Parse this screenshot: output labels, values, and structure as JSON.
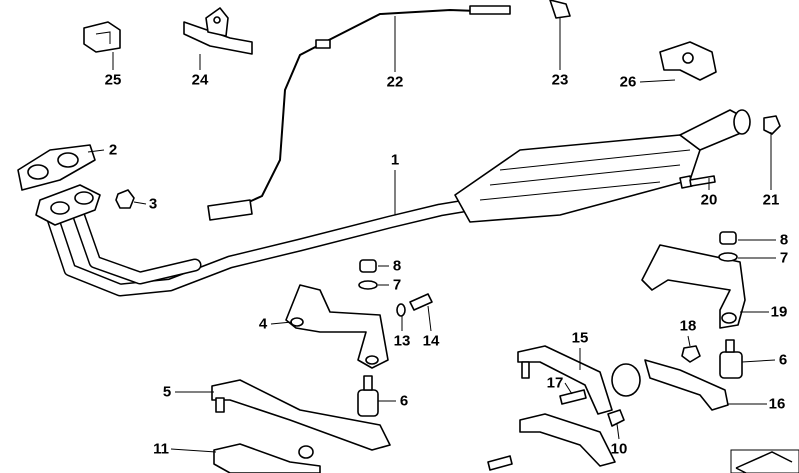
{
  "diagram": {
    "callouts": [
      {
        "id": "c25",
        "label": "25"
      },
      {
        "id": "c24",
        "label": "24"
      },
      {
        "id": "c22",
        "label": "22"
      },
      {
        "id": "c23",
        "label": "23"
      },
      {
        "id": "c26",
        "label": "26"
      },
      {
        "id": "c2",
        "label": "2"
      },
      {
        "id": "c3",
        "label": "3"
      },
      {
        "id": "c1",
        "label": "1"
      },
      {
        "id": "c20",
        "label": "20"
      },
      {
        "id": "c21",
        "label": "21"
      },
      {
        "id": "c8a",
        "label": "8"
      },
      {
        "id": "c7a",
        "label": "7"
      },
      {
        "id": "c8b",
        "label": "8"
      },
      {
        "id": "c7b",
        "label": "7"
      },
      {
        "id": "c4",
        "label": "4"
      },
      {
        "id": "c13",
        "label": "13"
      },
      {
        "id": "c14",
        "label": "14"
      },
      {
        "id": "c19",
        "label": "19"
      },
      {
        "id": "c15",
        "label": "15"
      },
      {
        "id": "c18",
        "label": "18"
      },
      {
        "id": "c6a",
        "label": "6"
      },
      {
        "id": "c5",
        "label": "5"
      },
      {
        "id": "c6b",
        "label": "6"
      },
      {
        "id": "c17",
        "label": "17"
      },
      {
        "id": "c16",
        "label": "16"
      },
      {
        "id": "c11",
        "label": "11"
      },
      {
        "id": "c10",
        "label": "10"
      }
    ]
  }
}
